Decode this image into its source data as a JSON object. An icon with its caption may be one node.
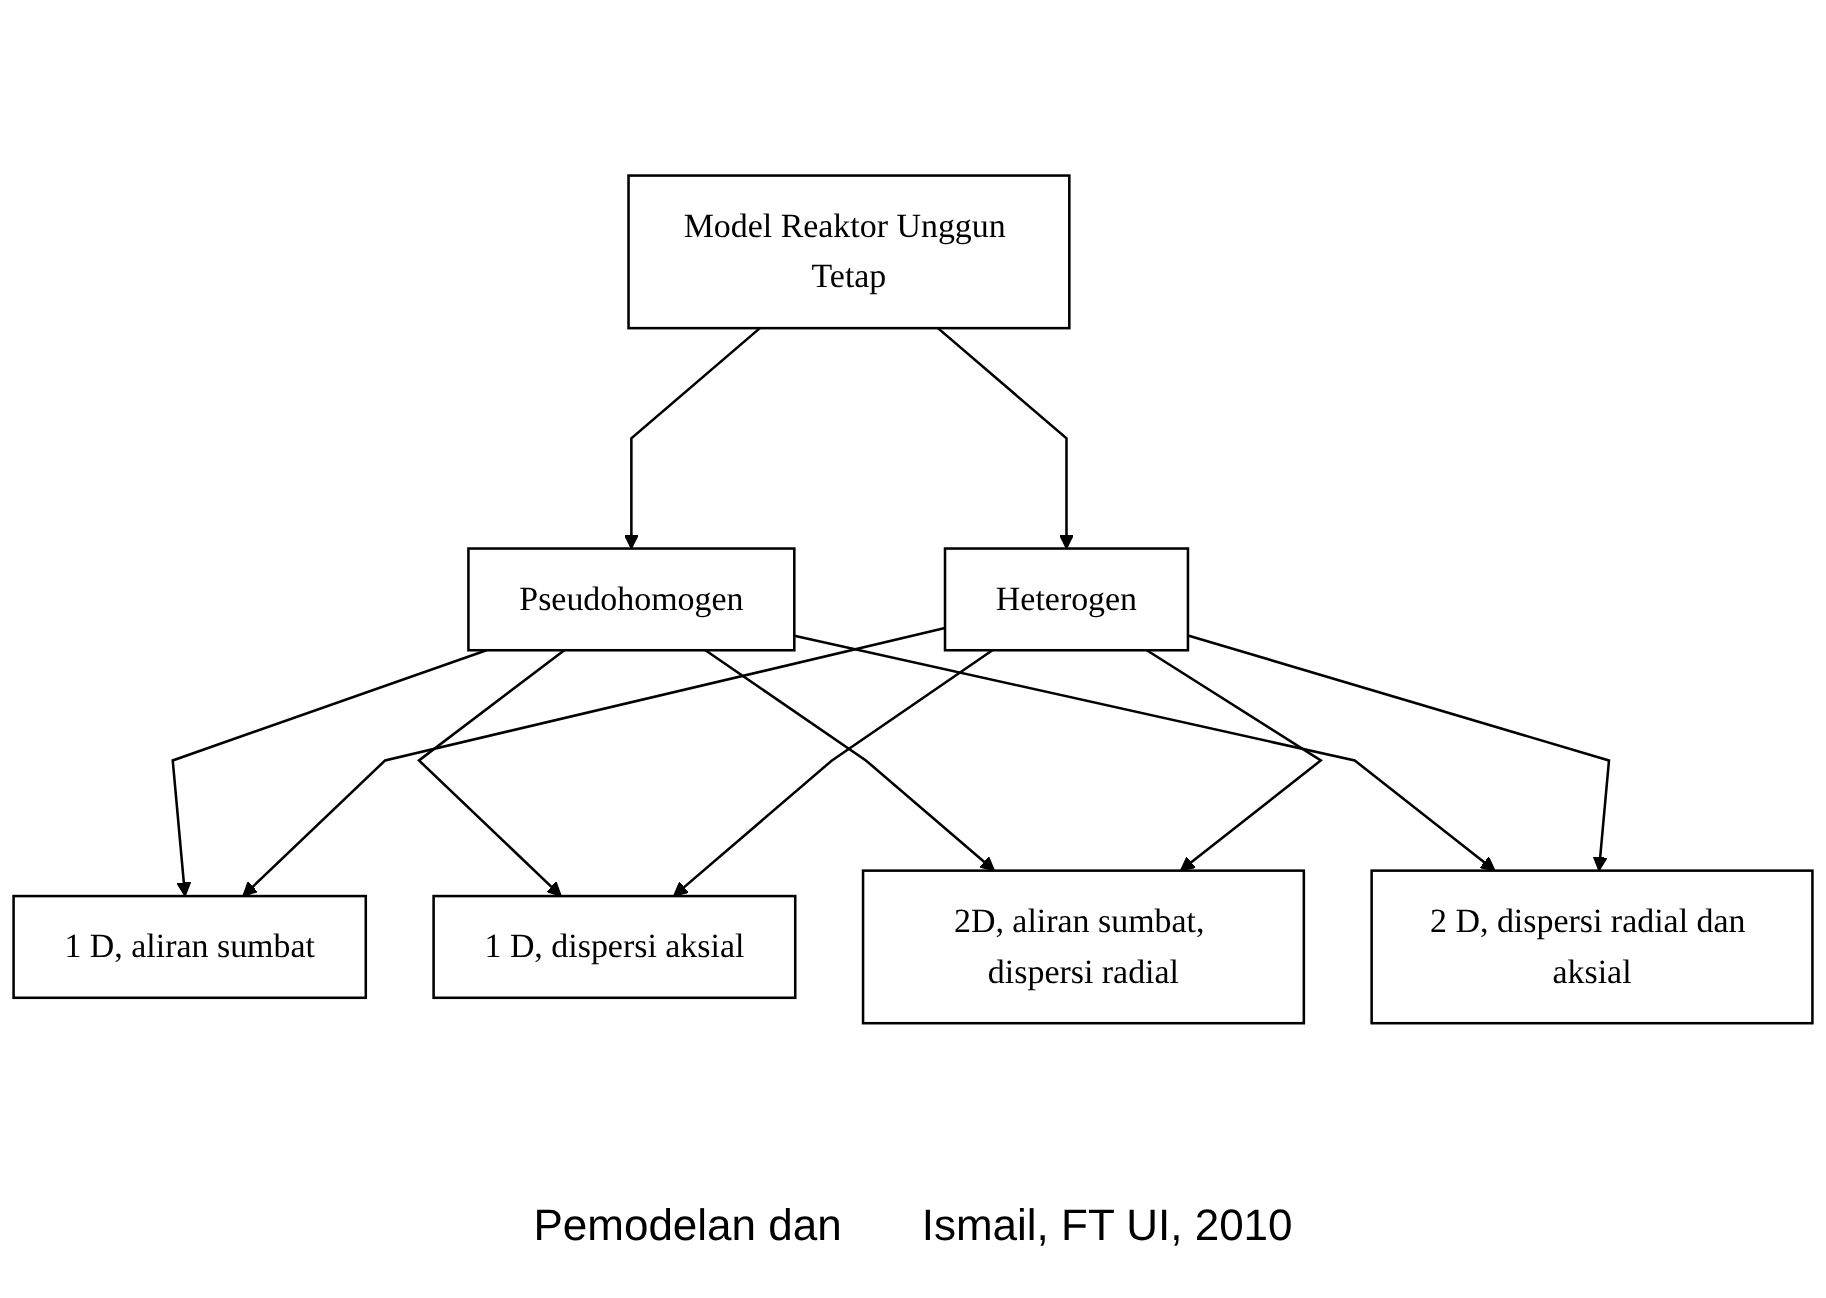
{
  "diagram": {
    "nodes": [
      {
        "text": [
          "Model Reaktor Unggun Tetap"
        ]
      },
      {
        "text": [
          "Pseudohomogen"
        ]
      },
      {
        "text": [
          "Heterogen"
        ]
      },
      {
        "text": [
          "1 D, aliran sumbat"
        ]
      },
      {
        "text": [
          "1 D, dispersi aksial"
        ]
      },
      {
        "text": [
          "2D, aliran sumbat, dispersi radial"
        ]
      },
      {
        "text": [
          "2 D, dispersi radial dan aksial"
        ]
      }
    ],
    "edges": [
      {
        "from": 0,
        "to": 1,
        "arrow": "to"
      },
      {
        "from": 0,
        "to": 2,
        "arrow": "to"
      },
      {
        "from": 1,
        "to": 3,
        "arrow": "to"
      },
      {
        "from": 1,
        "to": 4,
        "arrow": "to"
      },
      {
        "from": 1,
        "to": 5,
        "arrow": "to"
      },
      {
        "from": 1,
        "to": 6,
        "arrow": "to"
      },
      {
        "from": 2,
        "to": 3,
        "arrow": "to"
      },
      {
        "from": 2,
        "to": 4,
        "arrow": "to"
      },
      {
        "from": 2,
        "to": 5,
        "arrow": "to"
      },
      {
        "from": 2,
        "to": 6,
        "arrow": "to"
      }
    ],
    "labels": [
      "Pemodelan dan",
      "Ismail, FT UI, 2010"
    ]
  }
}
